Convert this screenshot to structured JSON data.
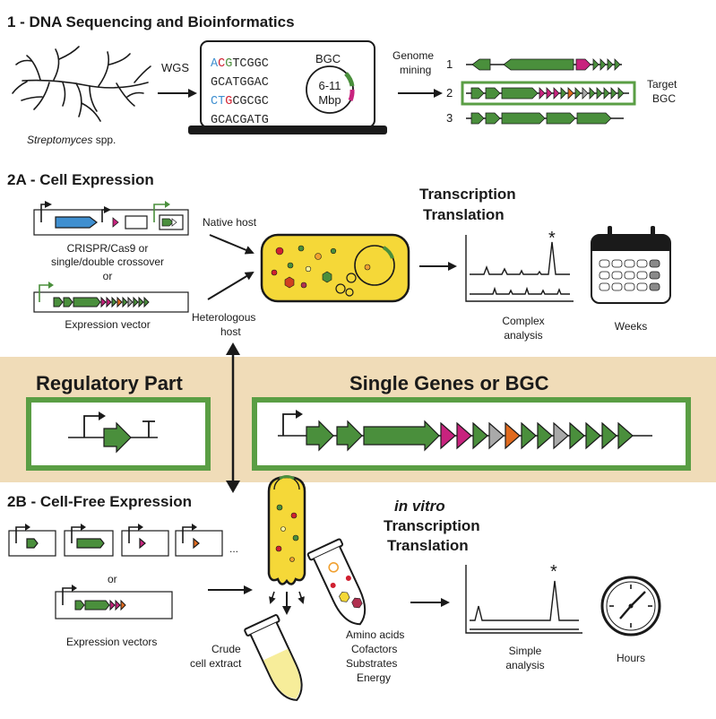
{
  "section1": {
    "title": "1 - DNA Sequencing and Bioinformatics",
    "organism_genus": "Streptomyces",
    "organism_suffix": " spp.",
    "wgs_label": "WGS",
    "dna_lines": [
      "ACGTCGGC",
      "GCATGGAC",
      "CTGCGCGC",
      "GCACGATG"
    ],
    "bgc_label": "BGC",
    "genome_size_value": "6-11",
    "genome_size_unit": "Mbp",
    "mining_label_1": "Genome",
    "mining_label_2": "mining",
    "cluster_numbers": [
      "1",
      "2",
      "3"
    ],
    "target_label_1": "Target",
    "target_label_2": "BGC"
  },
  "section2a": {
    "title": "2A - Cell Expression",
    "crispr_label_1": "CRISPR/Cas9 or",
    "crispr_label_2": "single/double crossover",
    "or_label": "or",
    "vector_label": "Expression vector",
    "native_host": "Native host",
    "heterologous_1": "Heterologous",
    "heterologous_2": "host",
    "process_1": "Transcription",
    "process_2": "Translation",
    "analysis_1": "Complex",
    "analysis_2": "analysis",
    "time_label": "Weeks",
    "peak_marker": "*"
  },
  "parts": {
    "regulatory_title": "Regulatory Part",
    "genes_title": "Single Genes or BGC"
  },
  "section2b": {
    "title": "2B - Cell-Free Expression",
    "ellipsis": "...",
    "or_label": "or",
    "vectors_label": "Expression vectors",
    "invitro": "in vitro",
    "process_1": "Transcription",
    "process_2": "Translation",
    "crude_1": "Crude",
    "crude_2": "cell extract",
    "supplements": [
      "Amino acids",
      "Cofactors",
      "Substrates",
      "Energy"
    ],
    "analysis_1": "Simple",
    "analysis_2": "analysis",
    "time_label": "Hours",
    "peak_marker": "*"
  },
  "colors": {
    "gene_green": "#4a8f3c",
    "frame_green": "#5a9e44",
    "band_tan": "#f0dcb8",
    "cell_yellow": "#f5d838",
    "gene_magenta": "#c8237e",
    "gene_orange": "#e06a1e",
    "gene_gray": "#a9a9a9",
    "gene_blue": "#3f8fd0",
    "extract_yellow": "#f7ed9a"
  },
  "icons": [
    "streptomyces-icon",
    "laptop-icon",
    "cell-icon",
    "calendar-icon",
    "clock-icon",
    "tube-icon",
    "promoter-icon",
    "terminator-icon"
  ]
}
